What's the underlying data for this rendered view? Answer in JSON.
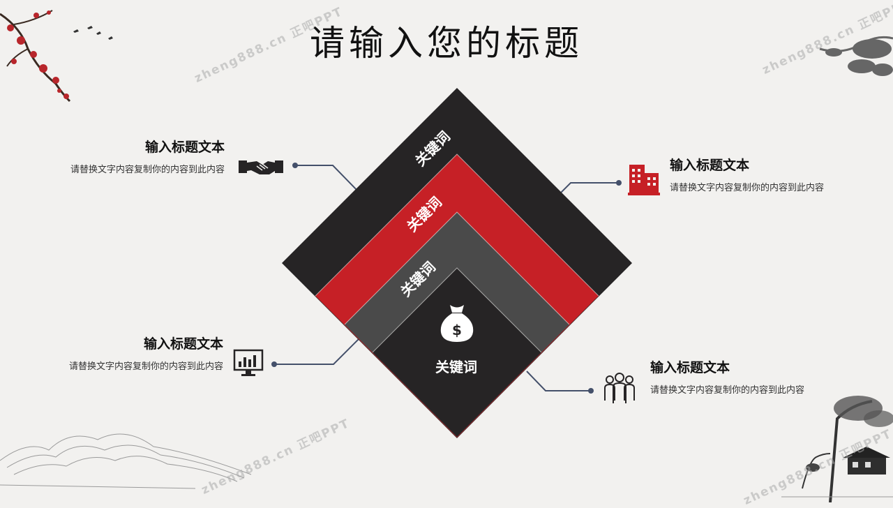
{
  "title": "请输入您的标题",
  "watermark": "zheng888.cn 正吧PPT",
  "layers": [
    {
      "label": "关键词",
      "color": "#262425"
    },
    {
      "label": "关键词",
      "color": "#c62026"
    },
    {
      "label": "关键词",
      "color": "#4a4a4a"
    },
    {
      "label": "关键词",
      "color": "#262425"
    }
  ],
  "center_icon": "money-bag-icon",
  "items": [
    {
      "title": "输入标题文本",
      "body": "请替换文字内容复制你的内容到此内容",
      "icon": "handshake-icon"
    },
    {
      "title": "输入标题文本",
      "body": "请替换文字内容复制你的内容到此内容",
      "icon": "building-icon"
    },
    {
      "title": "输入标题文本",
      "body": "请替换文字内容复制你的内容到此内容",
      "icon": "monitor-chart-icon"
    },
    {
      "title": "输入标题文本",
      "body": "请替换文字内容复制你的内容到此内容",
      "icon": "people-icon"
    }
  ],
  "colors": {
    "accent_red": "#c62026",
    "dark": "#262425",
    "gray": "#4a4a4a",
    "connector": "#44506a"
  }
}
